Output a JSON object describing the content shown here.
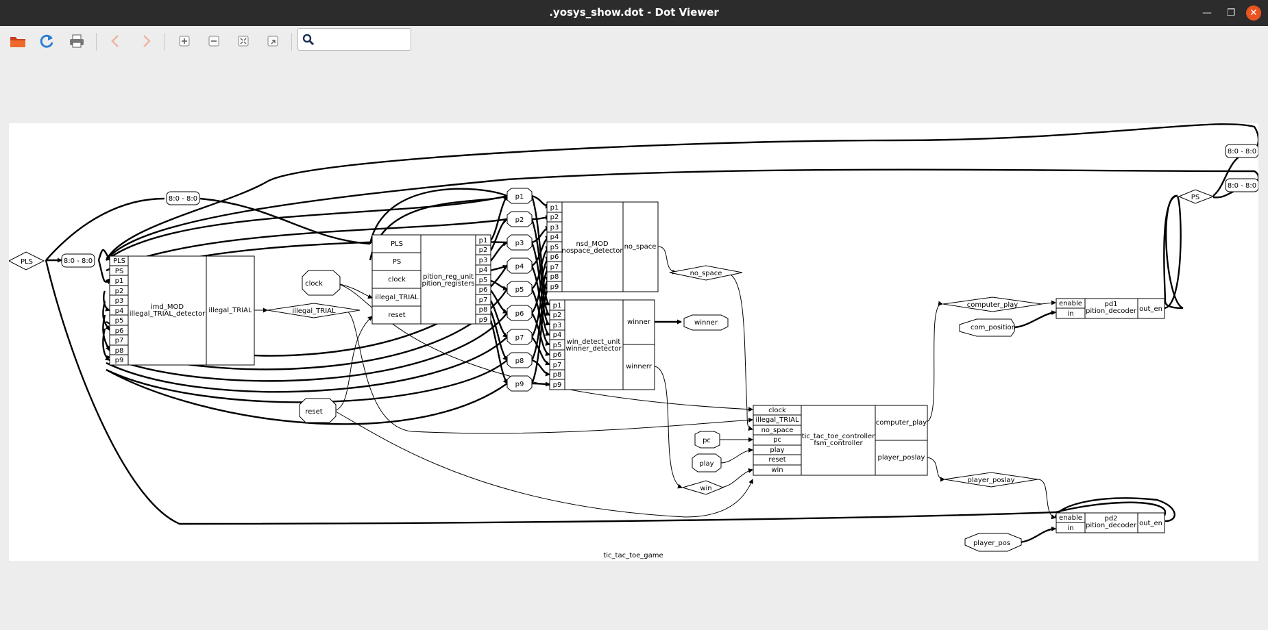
{
  "window": {
    "title": ".yosys_show.dot - Dot Viewer",
    "buttons": [
      "minimize",
      "maximize",
      "close"
    ]
  },
  "toolbar": {
    "items": [
      "open-folder-icon",
      "reload-icon",
      "print-icon",
      "back-arrow-icon",
      "forward-arrow-icon",
      "zoom-in-icon",
      "zoom-out-icon",
      "zoom-fit-icon",
      "zoom-100-icon"
    ],
    "search_placeholder": ""
  },
  "graph": {
    "name": "tic_tac_toe_game",
    "ports": {
      "PLS": "PLS",
      "PS": "PS",
      "clock": "clock",
      "reset": "reset",
      "pc": "pc",
      "play": "play",
      "com_position": "com_position",
      "player_pos": "player_pos",
      "winner": "winner",
      "p1": "p1",
      "p2": "p2",
      "p3": "p3",
      "p4": "p4",
      "p5": "p5",
      "p6": "p6",
      "p7": "p7",
      "p8": "p8",
      "p9": "p9"
    },
    "wires": {
      "illegal_TRIAL": "illegal_TRIAL",
      "no_space": "no_space",
      "win": "win",
      "computer_play": "computer_play",
      "player_poslay": "player_poslay"
    },
    "slices": [
      "8:0 - 8:0",
      "8:0 - 8:0",
      "8:0 - 8:0",
      "8:0 - 8:0"
    ],
    "cells": {
      "imd": {
        "inputs": [
          "PLS",
          "PS",
          "p1",
          "p2",
          "p3",
          "p4",
          "p5",
          "p6",
          "p7",
          "p8",
          "p9"
        ],
        "name": "imd_MOD",
        "type": "illegal_TRIAL_detector",
        "outputs": [
          "illegal_TRIAL"
        ]
      },
      "preg": {
        "inputs": [
          "PLS",
          "PS",
          "clock",
          "illegal_TRIAL",
          "reset"
        ],
        "name": "pition_reg_unit",
        "type": "pition_registers",
        "outputs": [
          "p1",
          "p2",
          "p3",
          "p4",
          "p5",
          "p6",
          "p7",
          "p8",
          "p9"
        ]
      },
      "nsd": {
        "inputs": [
          "p1",
          "p2",
          "p3",
          "p4",
          "p5",
          "p6",
          "p7",
          "p8",
          "p9"
        ],
        "name": "nsd_MOD",
        "type": "nospace_detector",
        "outputs": [
          "no_space"
        ]
      },
      "wdu": {
        "inputs": [
          "p1",
          "p2",
          "p3",
          "p4",
          "p5",
          "p6",
          "p7",
          "p8",
          "p9"
        ],
        "name": "win_detect_unit",
        "type": "winner_detector",
        "outputs": [
          "winner",
          "winnerr"
        ]
      },
      "fsm": {
        "inputs": [
          "clock",
          "illegal_TRIAL",
          "no_space",
          "pc",
          "play",
          "reset",
          "win"
        ],
        "name": "tic_tac_toe_controller",
        "type": "fsm_controller",
        "outputs": [
          "computer_play",
          "player_poslay"
        ]
      },
      "pd1": {
        "inputs": [
          "enable",
          "in"
        ],
        "name": "pd1",
        "type": "pition_decoder",
        "outputs": [
          "out_en"
        ]
      },
      "pd2": {
        "inputs": [
          "enable",
          "in"
        ],
        "name": "pd2",
        "type": "pition_decoder",
        "outputs": [
          "out_en"
        ]
      }
    }
  }
}
